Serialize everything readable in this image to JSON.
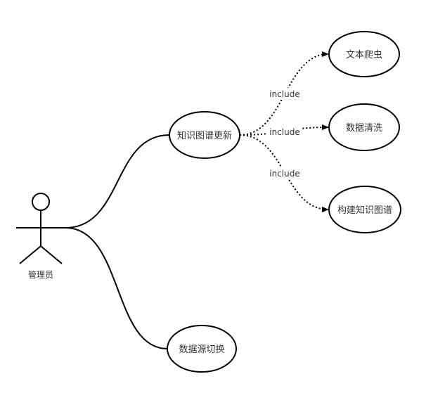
{
  "actor": {
    "label": "管理员"
  },
  "use_cases": {
    "update_kg": "知识图谱更新",
    "switch_source": "数据源切换",
    "crawl": "文本爬虫",
    "clean": "数据清洗",
    "build_kg": "构建知识图谱"
  },
  "relations": {
    "include_crawl": "include",
    "include_clean": "include",
    "include_build": "include"
  },
  "colors": {
    "stroke": "#000000",
    "text": "#333333",
    "background": "#ffffff"
  }
}
